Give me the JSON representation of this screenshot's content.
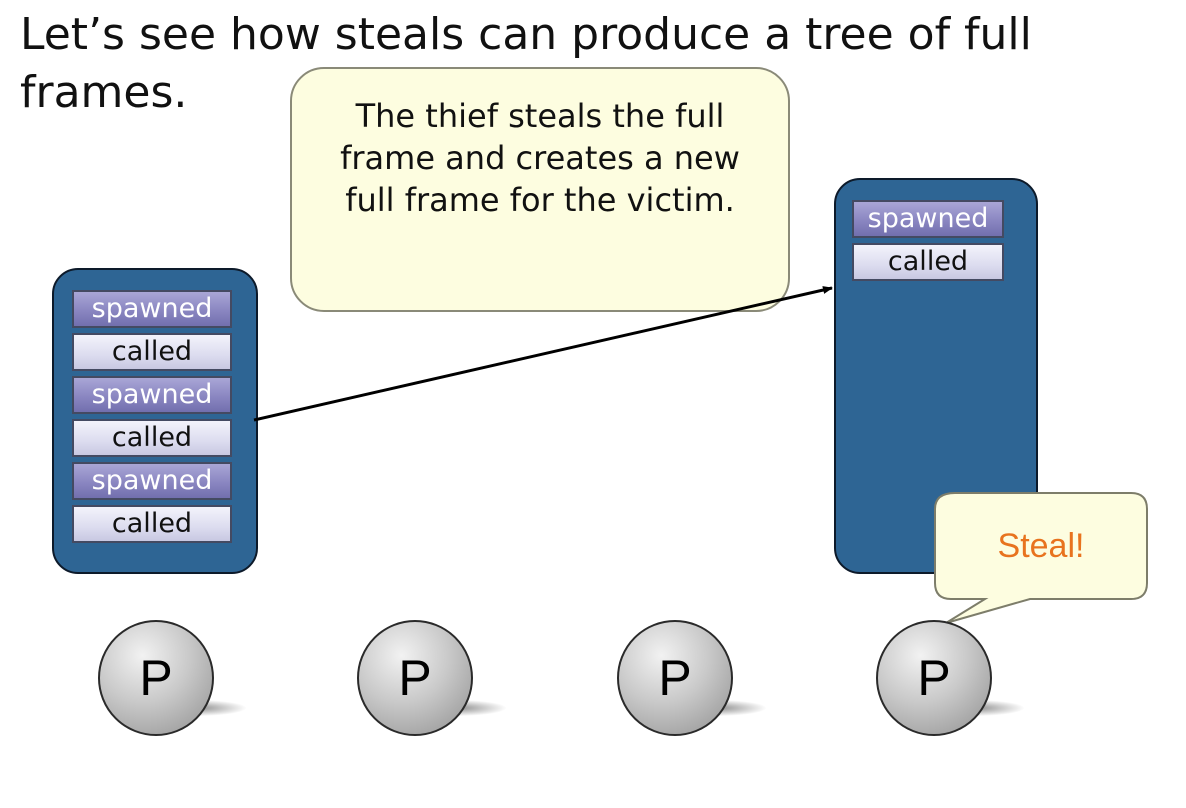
{
  "title": "Let’s see how steals can produce a tree of full frames.",
  "callout": "The thief steals the full frame and creates a new full frame for the victim.",
  "steal_callout": "Steal!",
  "victim_deque": {
    "frames": [
      {
        "label": "spawned",
        "kind": "spawned"
      },
      {
        "label": "called",
        "kind": "called"
      },
      {
        "label": "spawned",
        "kind": "spawned"
      },
      {
        "label": "called",
        "kind": "called"
      },
      {
        "label": "spawned",
        "kind": "spawned"
      },
      {
        "label": "called",
        "kind": "called"
      }
    ]
  },
  "thief_deque": {
    "frames": [
      {
        "label": "spawned",
        "kind": "spawned"
      },
      {
        "label": "called",
        "kind": "called"
      }
    ]
  },
  "processors": [
    {
      "label": "P"
    },
    {
      "label": "P"
    },
    {
      "label": "P"
    },
    {
      "label": "P"
    }
  ],
  "colors": {
    "deque": "#2e6594",
    "spawned_frame": "#8a86c1",
    "called_frame": "#dcdcef",
    "callout_fill": "#fdfde0",
    "steal_text": "#e8731e"
  }
}
